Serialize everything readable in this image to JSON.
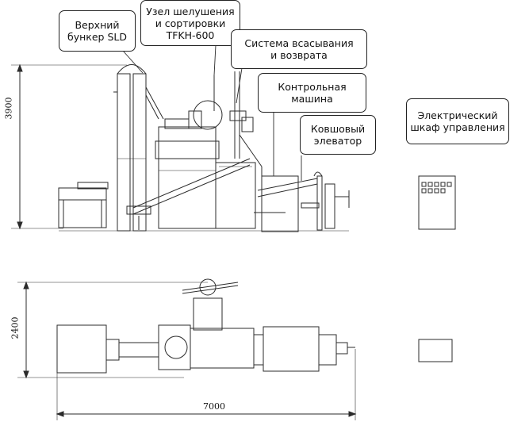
{
  "callouts": {
    "bunker": "Верхний\nбункер SLD",
    "husking": "Узел шелушения\nи сортировки\nTFKH-600",
    "suction": "Система всасывания\nи возврата",
    "control": "Контрольная\nмашина",
    "bucket": "Ковшовый\nэлеватор",
    "cabinet": "Электрический\nшкаф управления"
  },
  "dimensions": {
    "height": "3900",
    "depth": "2400",
    "length": "7000"
  },
  "colors": {
    "line": "#2b2b2b",
    "callout_border": "#222222"
  }
}
